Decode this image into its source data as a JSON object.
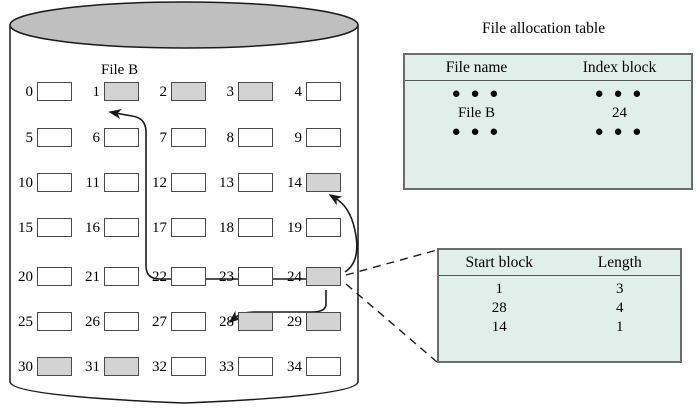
{
  "figure": {
    "type": "indexed-allocation-diagram",
    "caption_hidden": ""
  },
  "disk": {
    "name": "disk-cylinder",
    "file_label": "File B",
    "rows": 7,
    "cols": 5,
    "blocks": [
      {
        "id": 0,
        "label": "0",
        "used": false
      },
      {
        "id": 1,
        "label": "1",
        "used": true
      },
      {
        "id": 2,
        "label": "2",
        "used": true
      },
      {
        "id": 3,
        "label": "3",
        "used": true
      },
      {
        "id": 4,
        "label": "4",
        "used": false
      },
      {
        "id": 5,
        "label": "5",
        "used": false
      },
      {
        "id": 6,
        "label": "6",
        "used": false
      },
      {
        "id": 7,
        "label": "7",
        "used": false
      },
      {
        "id": 8,
        "label": "8",
        "used": false
      },
      {
        "id": 9,
        "label": "9",
        "used": false
      },
      {
        "id": 10,
        "label": "10",
        "used": false
      },
      {
        "id": 11,
        "label": "11",
        "used": false
      },
      {
        "id": 12,
        "label": "12",
        "used": false
      },
      {
        "id": 13,
        "label": "13",
        "used": false
      },
      {
        "id": 14,
        "label": "14",
        "used": true
      },
      {
        "id": 15,
        "label": "15",
        "used": false
      },
      {
        "id": 16,
        "label": "16",
        "used": false
      },
      {
        "id": 17,
        "label": "17",
        "used": false
      },
      {
        "id": 18,
        "label": "18",
        "used": false
      },
      {
        "id": 19,
        "label": "19",
        "used": false
      },
      {
        "id": 20,
        "label": "20",
        "used": false
      },
      {
        "id": 21,
        "label": "21",
        "used": false
      },
      {
        "id": 22,
        "label": "22",
        "used": false
      },
      {
        "id": 23,
        "label": "23",
        "used": false
      },
      {
        "id": 24,
        "label": "24",
        "used": true
      },
      {
        "id": 25,
        "label": "25",
        "used": false
      },
      {
        "id": 26,
        "label": "26",
        "used": false
      },
      {
        "id": 27,
        "label": "27",
        "used": false
      },
      {
        "id": 28,
        "label": "28",
        "used": true
      },
      {
        "id": 29,
        "label": "29",
        "used": true
      },
      {
        "id": 30,
        "label": "30",
        "used": true
      },
      {
        "id": 31,
        "label": "31",
        "used": true
      },
      {
        "id": 32,
        "label": "32",
        "used": false
      },
      {
        "id": 33,
        "label": "33",
        "used": false
      },
      {
        "id": 34,
        "label": "34",
        "used": false
      }
    ]
  },
  "fat": {
    "title": "File allocation table",
    "headers": [
      "File name",
      "Index block"
    ],
    "rows": [
      {
        "name": "● ● ●",
        "index": "● ● ●"
      },
      {
        "name": "File B",
        "index": "24"
      },
      {
        "name": "● ● ●",
        "index": "● ● ●"
      }
    ]
  },
  "index_block": {
    "headers": [
      "Start block",
      "Length"
    ],
    "rows": [
      {
        "start": "1",
        "length": "3"
      },
      {
        "start": "28",
        "length": "4"
      },
      {
        "start": "14",
        "length": "1"
      }
    ]
  },
  "colors": {
    "block_used": "#d3d3d3",
    "block_free": "#ffffff",
    "table_fill": "#e1efeb",
    "disk_top": "#bfbfbf",
    "stroke": "#4a4a4a"
  }
}
